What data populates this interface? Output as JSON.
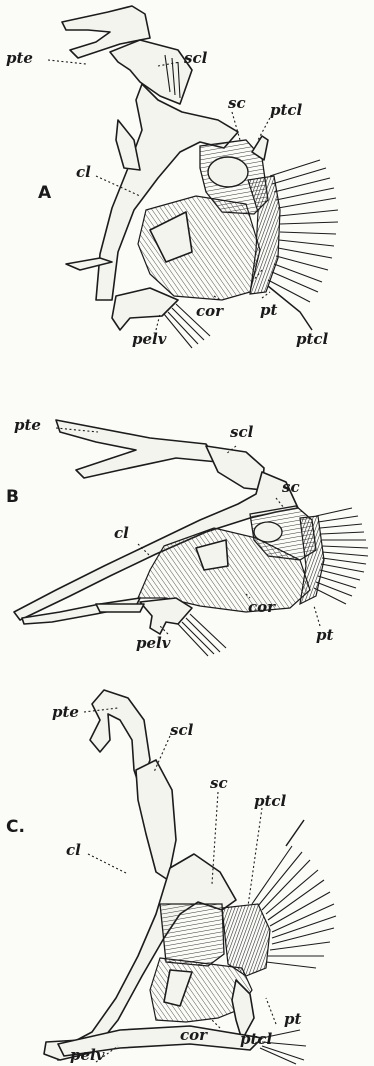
{
  "panels": {
    "a": {
      "letter": "A",
      "labels": {
        "pte": "pte",
        "scl": "scl",
        "sc": "sc",
        "ptcl_top": "ptcl",
        "cl": "cl",
        "cor": "cor",
        "pt": "pt",
        "ptcl_bottom": "ptcl",
        "pelv": "pelv"
      }
    },
    "b": {
      "letter": "B",
      "labels": {
        "pte": "pte",
        "scl": "scl",
        "sc": "sc",
        "cl": "cl",
        "cor": "cor",
        "pt": "pt",
        "pelv": "pelv"
      }
    },
    "c": {
      "letter": "C.",
      "labels": {
        "pte": "pte",
        "scl": "scl",
        "sc": "sc",
        "ptcl_top": "ptcl",
        "cl": "cl",
        "pt": "pt",
        "cor": "cor",
        "ptcl_bottom": "ptcl",
        "pelv": "pelv"
      }
    }
  },
  "colors": {
    "ink": "#1c1c1c",
    "paper": "#fbfbf8"
  }
}
